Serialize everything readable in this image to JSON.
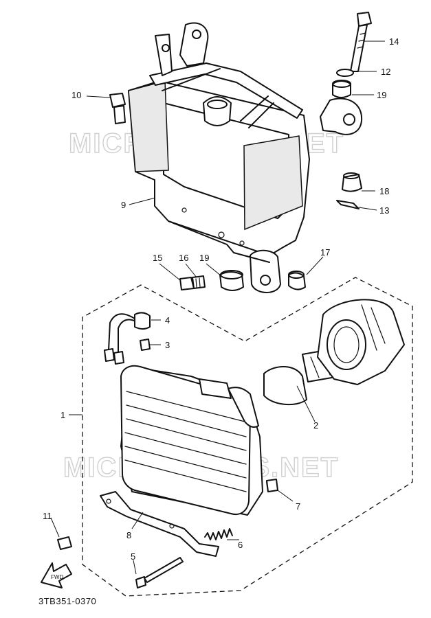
{
  "watermark": "MICROFICHES.NET",
  "drawing_code": "3TB351-0370",
  "fwd_label": "FWD",
  "callouts": {
    "c1": "1",
    "c2": "2",
    "c3": "3",
    "c4": "4",
    "c5": "5",
    "c6": "6",
    "c7": "7",
    "c8": "8",
    "c9": "9",
    "c10": "10",
    "c11": "11",
    "c12": "12",
    "c13": "13",
    "c14": "14",
    "c15": "15",
    "c16": "16",
    "c17": "17",
    "c18": "18",
    "c19a": "19",
    "c19b": "19"
  }
}
